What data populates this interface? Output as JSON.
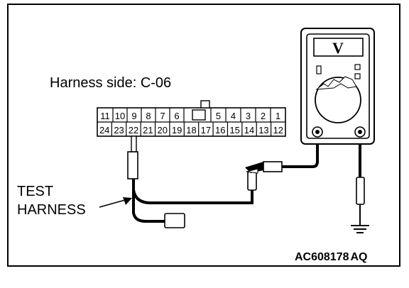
{
  "harness_label": "Harness side: C-06",
  "connector": {
    "top_row": [
      "11",
      "10",
      "9",
      "8",
      "7",
      "6",
      "",
      "5",
      "4",
      "3",
      "2",
      "1"
    ],
    "bottom_row": [
      "24",
      "23",
      "22",
      "21",
      "20",
      "19",
      "18",
      "17",
      "16",
      "15",
      "14",
      "13",
      "12"
    ]
  },
  "test_harness_label": [
    "TEST",
    "HARNESS"
  ],
  "meter_symbol": "V",
  "figure_code": "AC608178",
  "figure_suffix": "AQ"
}
